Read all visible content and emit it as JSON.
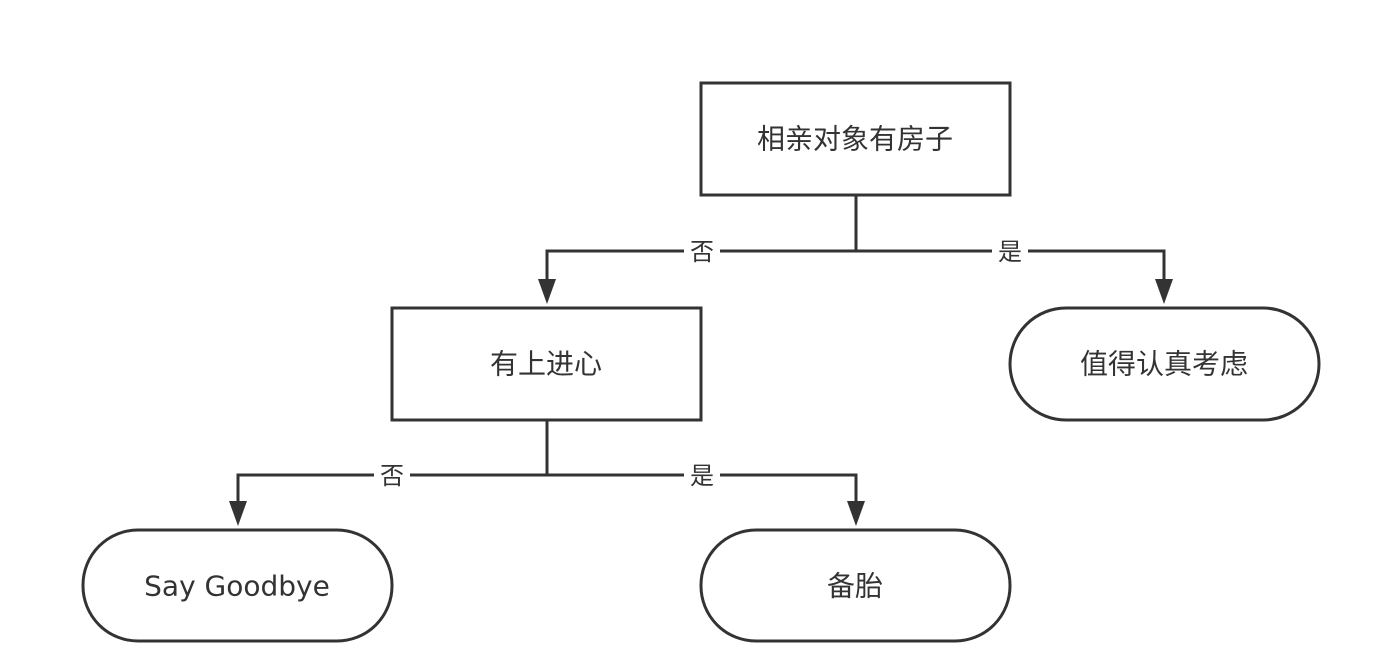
{
  "colors": {
    "stroke": "#333333",
    "fill": "#ffffff",
    "text": "#333333"
  },
  "nodes": {
    "root": {
      "label": "相亲对象有房子",
      "shape": "rectangle"
    },
    "ambition": {
      "label": "有上进心",
      "shape": "rectangle"
    },
    "consider": {
      "label": "值得认真考虑",
      "shape": "rounded"
    },
    "goodbye": {
      "label": "Say Goodbye",
      "shape": "rounded"
    },
    "backup": {
      "label": "备胎",
      "shape": "rounded"
    }
  },
  "edges": {
    "root_no": {
      "from": "root",
      "to": "ambition",
      "label": "否"
    },
    "root_yes": {
      "from": "root",
      "to": "consider",
      "label": "是"
    },
    "ambition_no": {
      "from": "ambition",
      "to": "goodbye",
      "label": "否"
    },
    "ambition_yes": {
      "from": "ambition",
      "to": "backup",
      "label": "是"
    }
  }
}
